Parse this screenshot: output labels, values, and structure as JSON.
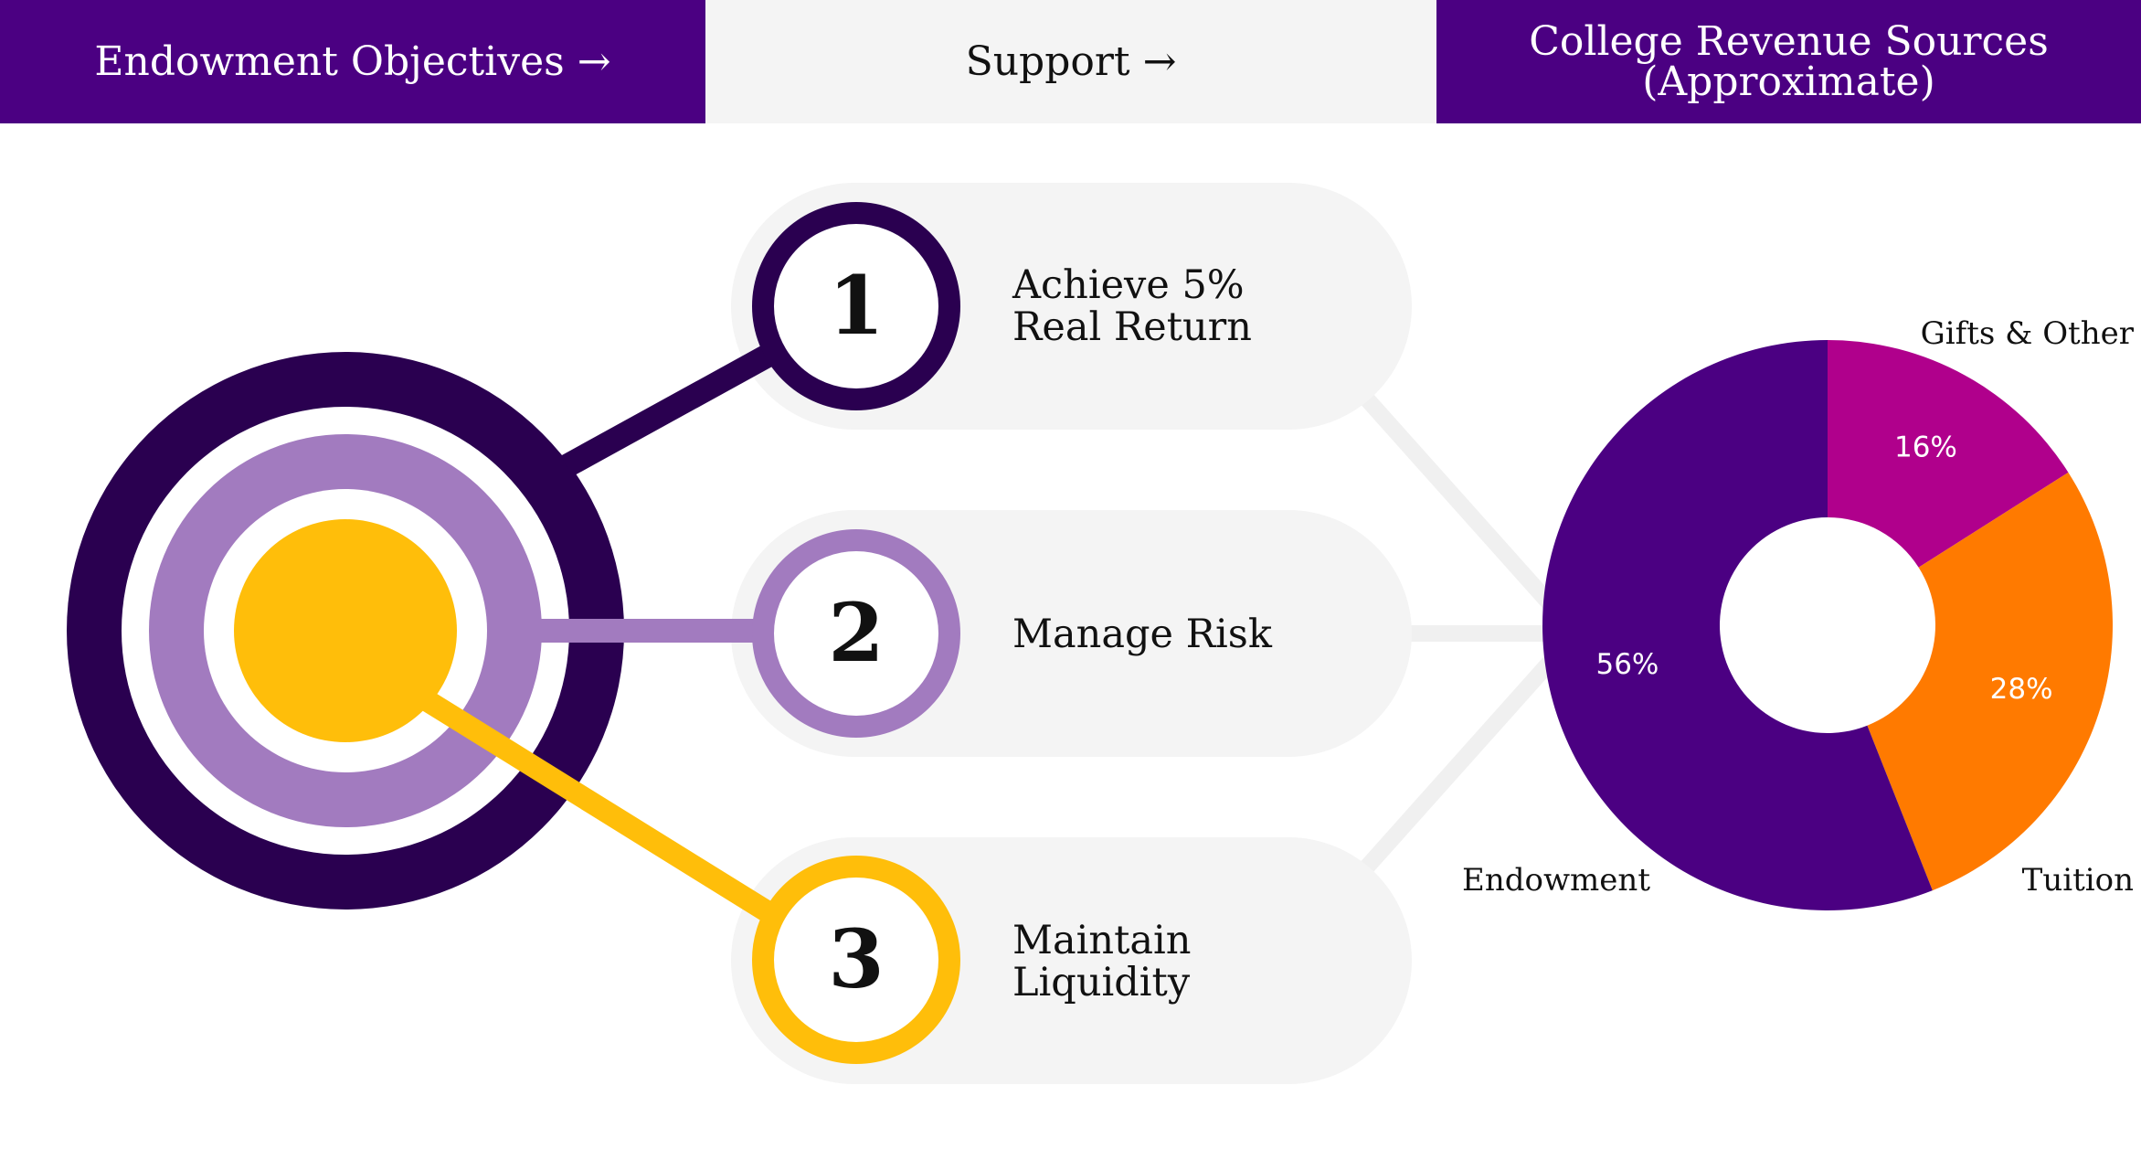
{
  "header": {
    "left_title": "Endowment Objectives →",
    "mid_title": "Support  →",
    "right_title_line1": "College Revenue Sources",
    "right_title_line2": "(Approximate)"
  },
  "objectives": [
    {
      "number": "1",
      "line1": "Achieve 5%",
      "line2": "Real Return",
      "color": "#2a0050"
    },
    {
      "number": "2",
      "line1": "Manage Risk",
      "line2": "",
      "color": "#a27bbf"
    },
    {
      "number": "3",
      "line1": "Maintain",
      "line2": "Liquidity",
      "color": "#ffbe0a"
    }
  ],
  "colors": {
    "header_purple": "#4b0082",
    "target_outer": "#2a0050",
    "target_middle": "#a27bbf",
    "target_center": "#ffbe0a",
    "pill_bg": "#f4f4f4",
    "connector": "#f0f0f0"
  },
  "chart_data": {
    "type": "pie",
    "title": "",
    "donut": true,
    "slices": [
      {
        "name": "Gifts & Other",
        "value": 16,
        "label": "16%",
        "color": "#b0008c"
      },
      {
        "name": "Tuition",
        "value": 28,
        "label": "28%",
        "color": "#ff7a00"
      },
      {
        "name": "Endowment",
        "value": 56,
        "label": "56%",
        "color": "#4b0082"
      }
    ]
  }
}
